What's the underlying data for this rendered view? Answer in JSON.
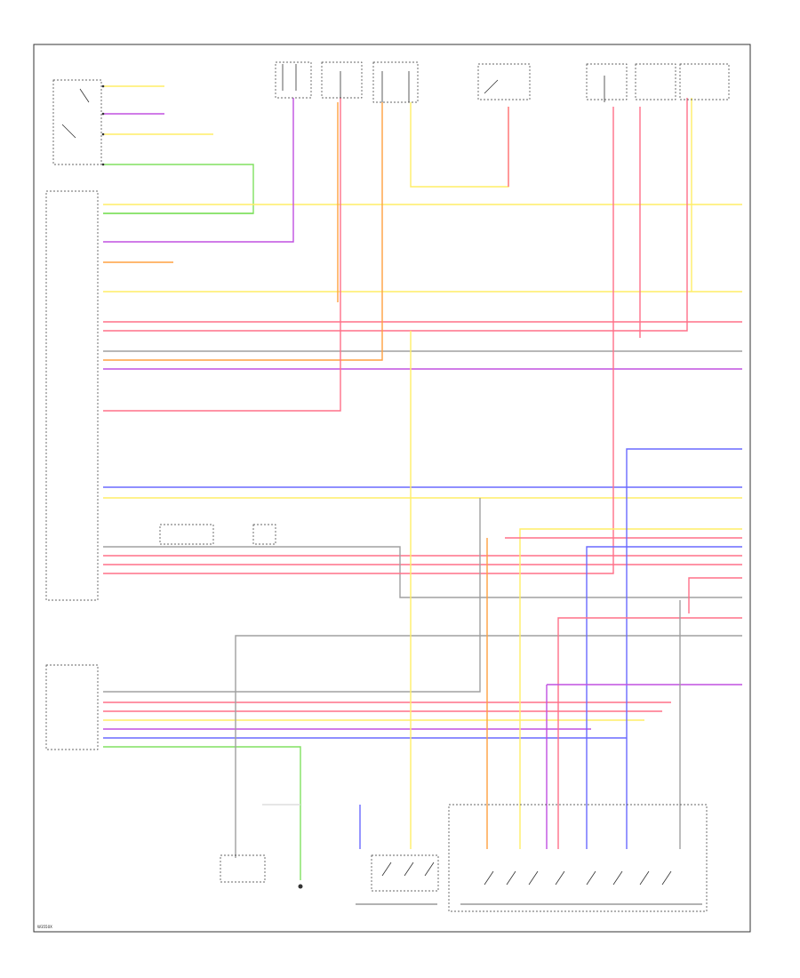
{
  "footer": {
    "code": "W3550X"
  },
  "top_components": [
    {
      "label": ""
    },
    {
      "label": ""
    },
    {
      "label": ""
    },
    {
      "label": ""
    },
    {
      "label": ""
    },
    {
      "label": ""
    }
  ],
  "side_labels": {
    "central_module": "",
    "module_block": "",
    "bottom_module": ""
  },
  "bottom_components": [
    {
      "label": ""
    },
    {
      "label": ""
    },
    {
      "label": ""
    },
    {
      "label": ""
    }
  ],
  "wire_colors": {
    "yellow": "#ffee66",
    "pink": "#ff7088",
    "orange": "#ffa040",
    "violet": "#c050e0",
    "blue": "#6a6aff",
    "green": "#80e060",
    "grey": "#a0a0a0",
    "black": "#303030",
    "white": "#dddddd",
    "brown": "#b07050"
  },
  "diagram": {
    "wires": [
      {
        "name": "wire-left-row-1",
        "color": "yellow"
      },
      {
        "name": "wire-left-row-2",
        "color": "violet"
      },
      {
        "name": "wire-left-row-3",
        "color": "yellow"
      },
      {
        "name": "wire-left-row-4",
        "color": "green"
      },
      {
        "name": "wire-row-a",
        "color": "yellow"
      },
      {
        "name": "wire-row-b",
        "color": "green"
      },
      {
        "name": "wire-row-c",
        "color": "violet"
      },
      {
        "name": "wire-row-d",
        "color": "orange"
      },
      {
        "name": "wire-row-e",
        "color": "yellow"
      },
      {
        "name": "wire-row-f",
        "color": "pink"
      },
      {
        "name": "wire-row-g",
        "color": "pink"
      },
      {
        "name": "wire-row-h",
        "color": "grey"
      },
      {
        "name": "wire-row-i",
        "color": "orange"
      },
      {
        "name": "wire-row-j",
        "color": "violet"
      },
      {
        "name": "wire-row-k",
        "color": "pink"
      },
      {
        "name": "wire-row-l",
        "color": "blue"
      },
      {
        "name": "wire-row-m",
        "color": "yellow"
      },
      {
        "name": "wire-row-n",
        "color": "pink"
      },
      {
        "name": "wire-row-o",
        "color": "pink"
      },
      {
        "name": "wire-row-p",
        "color": "grey"
      },
      {
        "name": "wire-row-q",
        "color": "pink"
      },
      {
        "name": "wire-row-r",
        "color": "grey"
      },
      {
        "name": "wire-row-s",
        "color": "pink"
      },
      {
        "name": "wire-row-t",
        "color": "pink"
      },
      {
        "name": "wire-row-u",
        "color": "yellow"
      },
      {
        "name": "wire-row-v",
        "color": "violet"
      },
      {
        "name": "wire-row-w",
        "color": "blue"
      },
      {
        "name": "wire-row-x",
        "color": "green"
      },
      {
        "name": "wire-row-y",
        "color": "grey"
      },
      {
        "name": "wire-row-z",
        "color": "white"
      }
    ]
  }
}
